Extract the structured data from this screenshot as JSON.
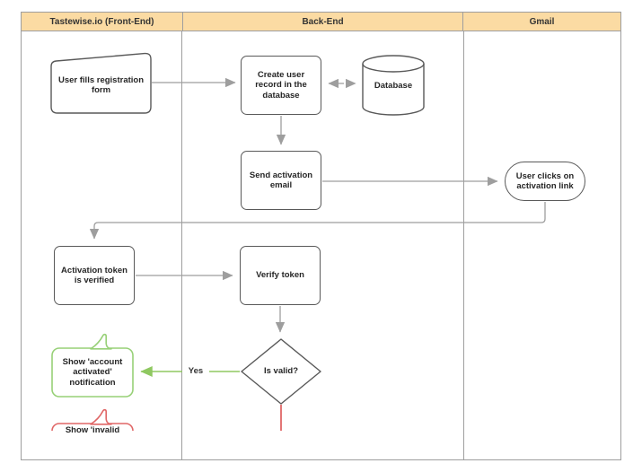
{
  "lanes": [
    {
      "label": "Tastewise.io (Front-End)"
    },
    {
      "label": "Back-End"
    },
    {
      "label": "Gmail"
    }
  ],
  "nodes": {
    "form": {
      "label": "User fills registration form",
      "shape": "manual-input"
    },
    "create_record": {
      "label": "Create user record in the database",
      "shape": "process"
    },
    "database": {
      "label": "Database",
      "shape": "cylinder"
    },
    "send_email": {
      "label": "Send activation email",
      "shape": "process"
    },
    "click_link": {
      "label": "User clicks on activation link",
      "shape": "terminator"
    },
    "token_verified": {
      "label": "Activation token is verified",
      "shape": "process"
    },
    "verify_token": {
      "label": "Verify token",
      "shape": "process"
    },
    "is_valid": {
      "label": "Is valid?",
      "shape": "decision"
    },
    "activated_note": {
      "label": "Show 'account activated' notification",
      "shape": "callout"
    },
    "invalid_note": {
      "label": "Show 'invalid",
      "shape": "callout"
    }
  },
  "edges": {
    "yes_label": "Yes"
  },
  "colors": {
    "lane_header_fill": "#fbdba3",
    "lane_border": "#9e9e9e",
    "node_border": "#595959",
    "connector_gray": "#9e9e9e",
    "callout_green": "#97d077",
    "arrow_green": "#8fc861",
    "callout_red": "#e06666",
    "text": "#262626"
  }
}
